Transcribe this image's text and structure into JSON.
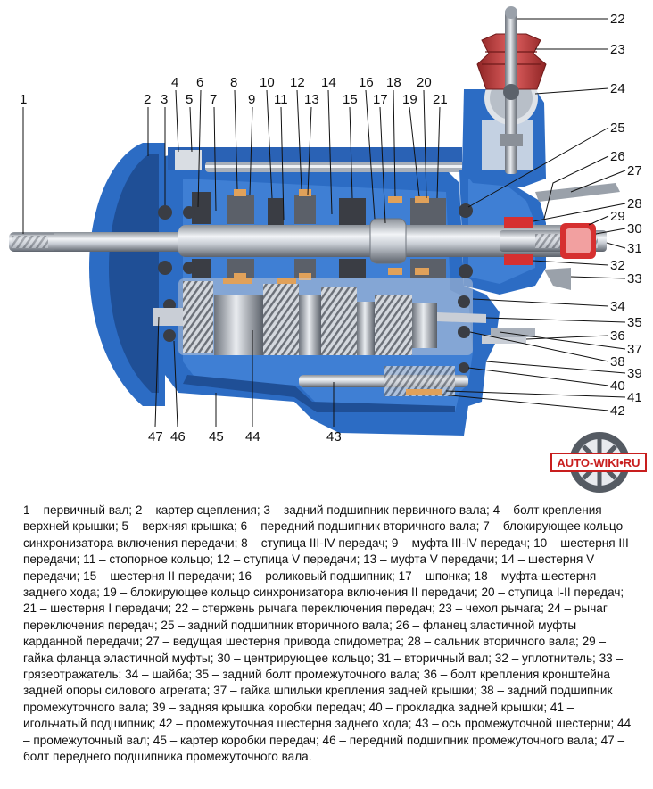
{
  "callouts": [
    "1",
    "2",
    "3",
    "4",
    "5",
    "6",
    "7",
    "8",
    "9",
    "10",
    "11",
    "12",
    "13",
    "14",
    "15",
    "16",
    "17",
    "18",
    "19",
    "20",
    "21",
    "22",
    "23",
    "24",
    "25",
    "26",
    "27",
    "28",
    "29",
    "30",
    "31",
    "32",
    "33",
    "34",
    "35",
    "36",
    "37",
    "38",
    "39",
    "40",
    "41",
    "42",
    "43",
    "44",
    "45",
    "46",
    "47"
  ],
  "logo_text": "AUTO-WIKI•RU",
  "legend": "1 – первичный вал; 2 – картер сцепления; 3 – задний подшипник первичного вала; 4 – болт крепления верхней крышки; 5 – верхняя крышка; 6 – передний подшипник вторичного вала; 7 – блокирующее кольцо синхронизатора включения передачи; 8 – ступица III-IV передач; 9 – муфта III-IV передач; 10 – шестерня III передачи; 11 – стопорное кольцо; 12 – ступица V передачи; 13 – муфта V передачи; 14 – шестерня V передачи; 15 – шестерня II передачи; 16 – роликовый подшипник; 17 – шпонка; 18 – муфта-шестерня заднего хода; 19 – блокирующее кольцо синхронизатора включения II передачи; 20 – ступица I-II передач; 21 – шестерня I передачи; 22 – стержень рычага переключения передач; 23 – чехол рычага; 24 – рычаг переключения передач; 25 – задний подшипник вторичного вала; 26 – фланец эластичной муфты карданной передачи; 27 – ведущая шестерня привода спидометра; 28 – сальник вторичного вала; 29 – гайка фланца эластичной муфты; 30 – центрирующее кольцо; 31 – вторичный вал; 32 – уплотнитель; 33 – грязеотражатель; 34 – шайба; 35 – задний болт промежуточного вала; 36 – болт крепления кронштейна задней опоры силового агрегата; 37 – гайка шпильки крепления задней крышки; 38 – задний подшипник промежуточного вала; 39 – задняя крышка коробки передач; 40 – прокладка задней крышки; 41 – игольчатый подшипник; 42 – промежуточная шестерня заднего хода; 43 – ось промежуточной шестерни; 44 – промежуточный вал; 45 – картер коробки передач; 46 – передний подшипник промежуточного вала; 47 – болт переднего подшипника промежуточного вала.",
  "colors": {
    "housing_blue": "#2c6cc4",
    "housing_dark": "#1f4f96",
    "housing_light": "#6fa2e0",
    "steel": "#c9ced6",
    "steel_dark": "#6e747d",
    "gear_dark": "#3a3d44",
    "bearing_orange": "#e0a15a",
    "boot_red": "#c93a3a",
    "seal_red": "#d63030",
    "logo_red": "#c81e1e"
  }
}
